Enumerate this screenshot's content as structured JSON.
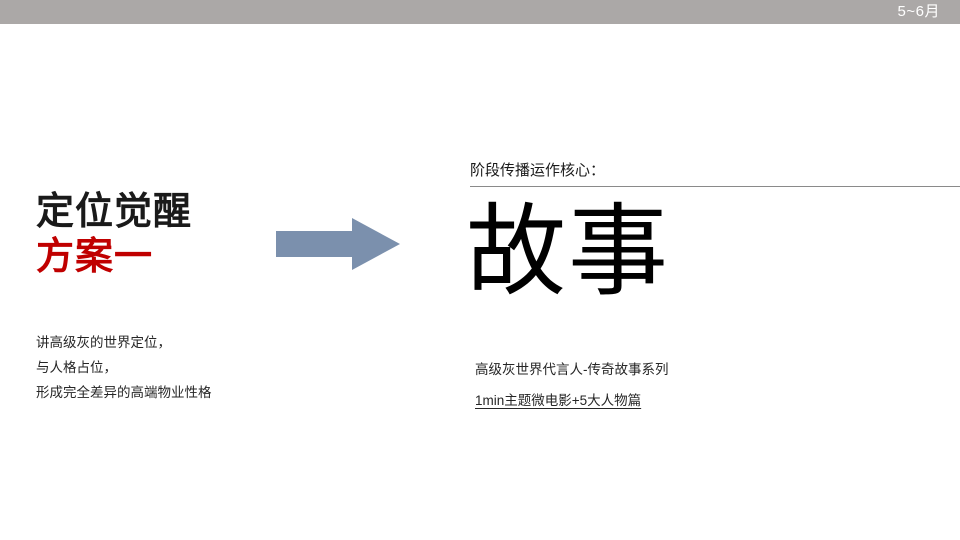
{
  "top_bar": {
    "label": "5~6月",
    "background_color": "#ABA8A7",
    "text_color": "#FFFFFF"
  },
  "left": {
    "headline_main": "定位觉醒",
    "headline_sub": "方案一",
    "headline_sub_color": "#C00000",
    "body_lines": [
      "讲高级灰的世界定位，",
      "与人格占位，",
      "形成完全差异的高端物业性格"
    ]
  },
  "arrow": {
    "name": "right-arrow",
    "color": "#7B90AD"
  },
  "right": {
    "kicker": "阶段传播运作核心：",
    "hero": "故事",
    "body_lines": [
      {
        "text": "高级灰世界代言人-传奇故事系列",
        "underline": false
      },
      {
        "text": "1min主题微电影+5大人物篇",
        "underline": true
      }
    ]
  }
}
